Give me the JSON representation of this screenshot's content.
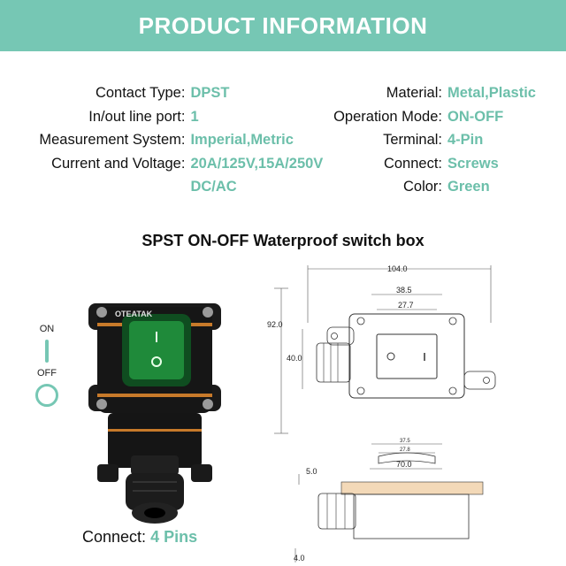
{
  "banner": {
    "title": "PRODUCT INFORMATION"
  },
  "specs_left": [
    {
      "label": "Contact Type:",
      "value": "DPST"
    },
    {
      "label": "In/out line port:",
      "value": "1"
    },
    {
      "label": "Measurement System:",
      "value": "Imperial,Metric"
    },
    {
      "label": "Current and Voltage:",
      "value": "20A/125V,15A/250V DC/AC"
    }
  ],
  "specs_right": [
    {
      "label": "Material:",
      "value": "Metal,Plastic"
    },
    {
      "label": "Operation Mode:",
      "value": "ON-OFF"
    },
    {
      "label": "Terminal:",
      "value": "4-Pin"
    },
    {
      "label": "Connect:",
      "value": "Screws"
    },
    {
      "label": "Color:",
      "value": "Green"
    }
  ],
  "subtitle": "SPST ON-OFF Waterproof switch box",
  "indicator": {
    "on": "ON",
    "off": "OFF"
  },
  "product": {
    "brand": "OTEATAK"
  },
  "connect": {
    "label": "Connect:",
    "value": "4 Pins"
  },
  "dimensions": {
    "width": "104.0",
    "inner_width": "38.5",
    "inner_width2": "27.7",
    "height": "92.0",
    "inner_height": "40.0",
    "side_top_a": "37.5",
    "side_top_b": "27.8",
    "side_width": "70.0",
    "side_height": "5.0",
    "side_base": "4.0"
  },
  "colors": {
    "accent": "#76c7b4",
    "value_text": "#6cbfaa",
    "switch_green": "#1f8a3a"
  }
}
